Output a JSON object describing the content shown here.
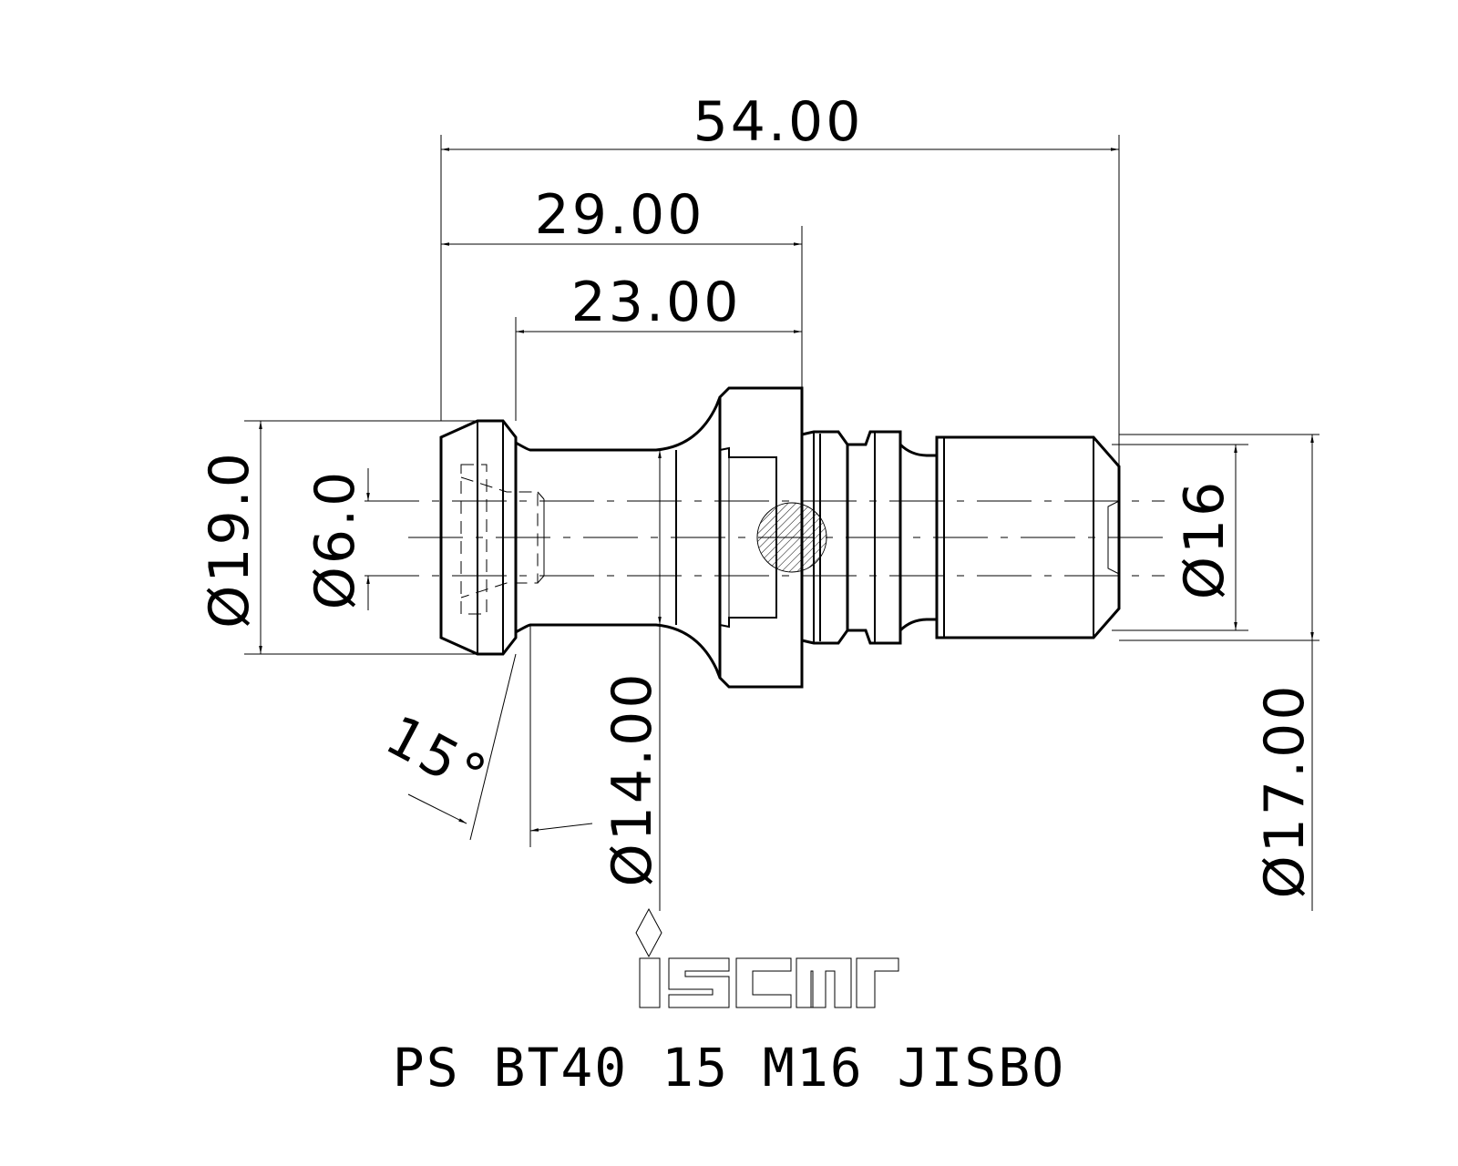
{
  "dimensions": {
    "overall_length": "54.00",
    "length_to_flange": "29.00",
    "shank_length": "23.00",
    "head_diameter": "Ø19.0",
    "bore_diameter": "Ø6.0",
    "thread_diameter": "Ø16",
    "neck_diameter": "Ø14.00",
    "flange_diameter": "Ø17.00",
    "taper_angle": "15°"
  },
  "logo": {
    "brand": "iscar",
    "icon": "iscar-logo-icon"
  },
  "caption": "PS BT40 15 M16 JISBO"
}
